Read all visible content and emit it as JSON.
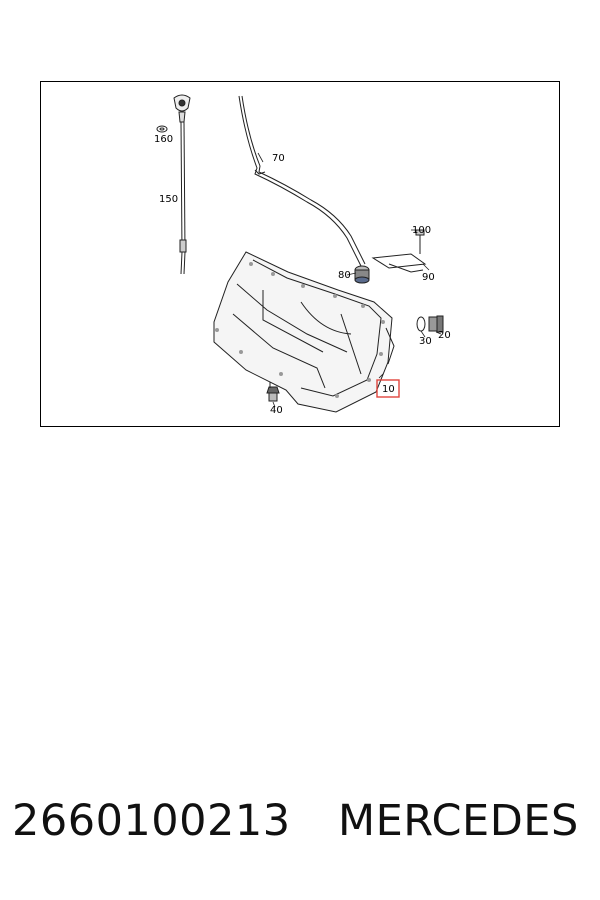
{
  "diagram": {
    "callouts": {
      "c10": "10",
      "c20": "20",
      "c30": "30",
      "c40": "40",
      "c70": "70",
      "c80": "80",
      "c90": "90",
      "c100": "100",
      "c150": "150",
      "c160": "160"
    },
    "highlight_color": "#e0453d",
    "highlighted_callout": "10"
  },
  "footer": {
    "part_number": "2660100213",
    "brand": "MERCEDES"
  }
}
